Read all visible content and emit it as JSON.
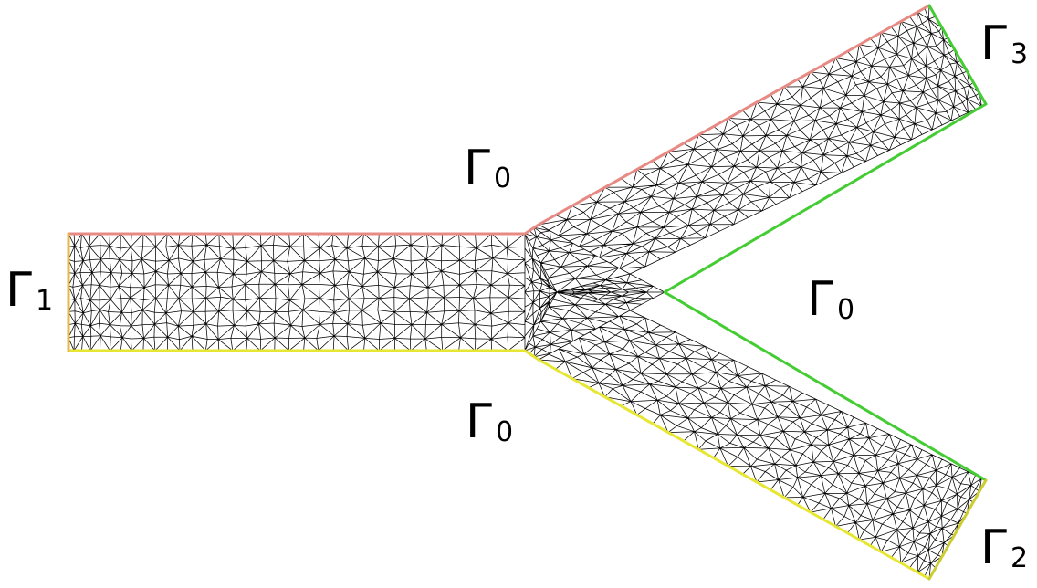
{
  "diagram": {
    "colors": {
      "background": "#ffffff",
      "mesh_edges": "#000000",
      "gamma0_upper": "#e88a84",
      "gamma0_lower": "#e6e633",
      "gamma_inner": "#44cc33",
      "gamma1": "#e6b84d",
      "gamma2": "#cccc33",
      "gamma3": "#44cc33"
    },
    "labels": {
      "gamma1": {
        "symbol": "Γ",
        "sub": "1"
      },
      "gamma2": {
        "symbol": "Γ",
        "sub": "2"
      },
      "gamma3": {
        "symbol": "Γ",
        "sub": "3"
      },
      "gamma0_top": {
        "symbol": "Γ",
        "sub": "0"
      },
      "gamma0_right": {
        "symbol": "Γ",
        "sub": "0"
      },
      "gamma0_bottom": {
        "symbol": "Γ",
        "sub": "0"
      }
    }
  }
}
